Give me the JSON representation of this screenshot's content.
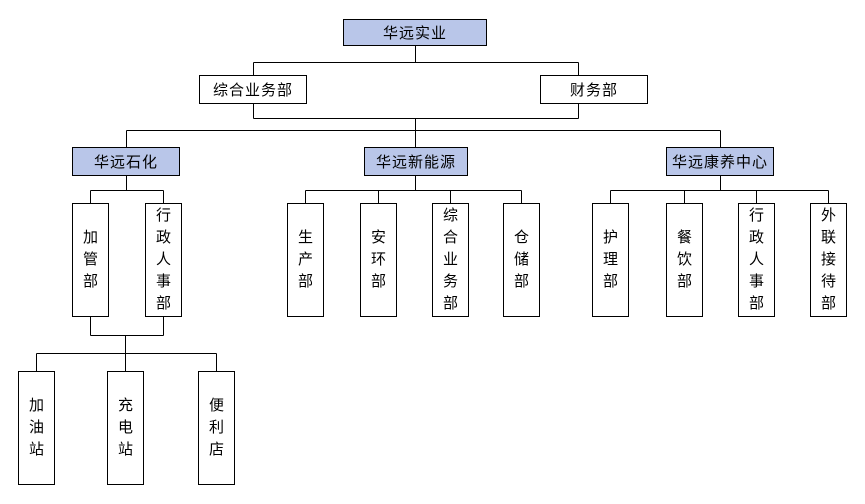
{
  "chart": {
    "type": "org-chart",
    "root": {
      "label": "华远实业"
    },
    "staff_departments": [
      {
        "label": "综合业务部"
      },
      {
        "label": "财务部"
      }
    ],
    "divisions": [
      {
        "label": "华远石化",
        "departments": [
          {
            "label": "加管部"
          },
          {
            "label": "行政人事部"
          }
        ],
        "sub_units": [
          {
            "label": "加油站"
          },
          {
            "label": "充电站"
          },
          {
            "label": "便利店"
          }
        ]
      },
      {
        "label": "华远新能源",
        "departments": [
          {
            "label": "生产部"
          },
          {
            "label": "安环部"
          },
          {
            "label": "综合业务部"
          },
          {
            "label": "仓储部"
          }
        ]
      },
      {
        "label": "华远康养中心",
        "departments": [
          {
            "label": "护理部"
          },
          {
            "label": "餐饮部"
          },
          {
            "label": "行政人事部"
          },
          {
            "label": "外联接待部"
          }
        ]
      }
    ],
    "colors": {
      "primary_fill": "#b9c6e9",
      "secondary_fill": "#ffffff",
      "border": "#000000",
      "line": "#000000",
      "text": "#000000",
      "background": "#ffffff"
    }
  }
}
